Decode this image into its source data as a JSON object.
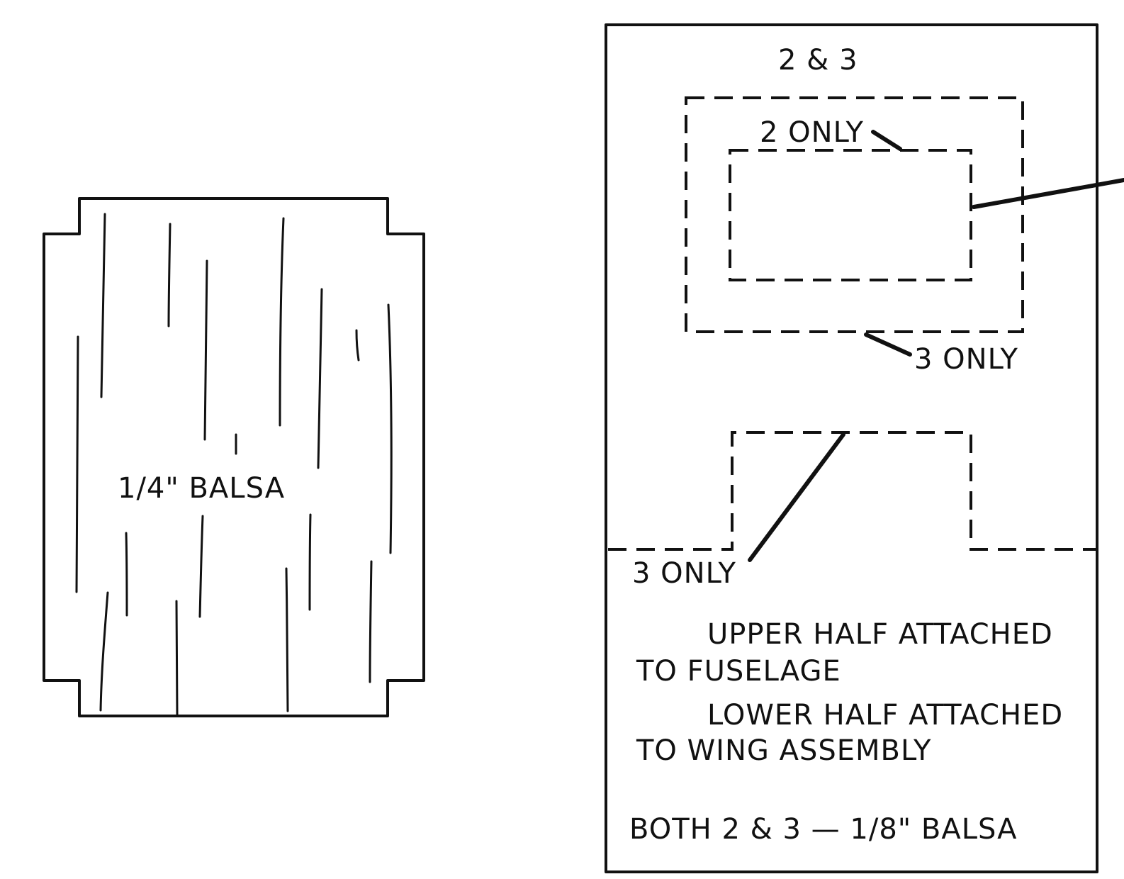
{
  "left_part": {
    "label": "1/4\" BALSA"
  },
  "right_part": {
    "top_label": "2 & 3",
    "inner_label": "2 ONLY",
    "outer_label": "3 ONLY",
    "notch_label": "3 ONLY",
    "note_upper_line1": "UPPER HALF ATTACHED",
    "note_upper_line2": "TO FUSELAGE",
    "note_lower_line1": "LOWER HALF ATTACHED",
    "note_lower_line2": "TO WING ASSEMBLY",
    "material_note": "BOTH 2 & 3 — 1/8\" BALSA"
  }
}
